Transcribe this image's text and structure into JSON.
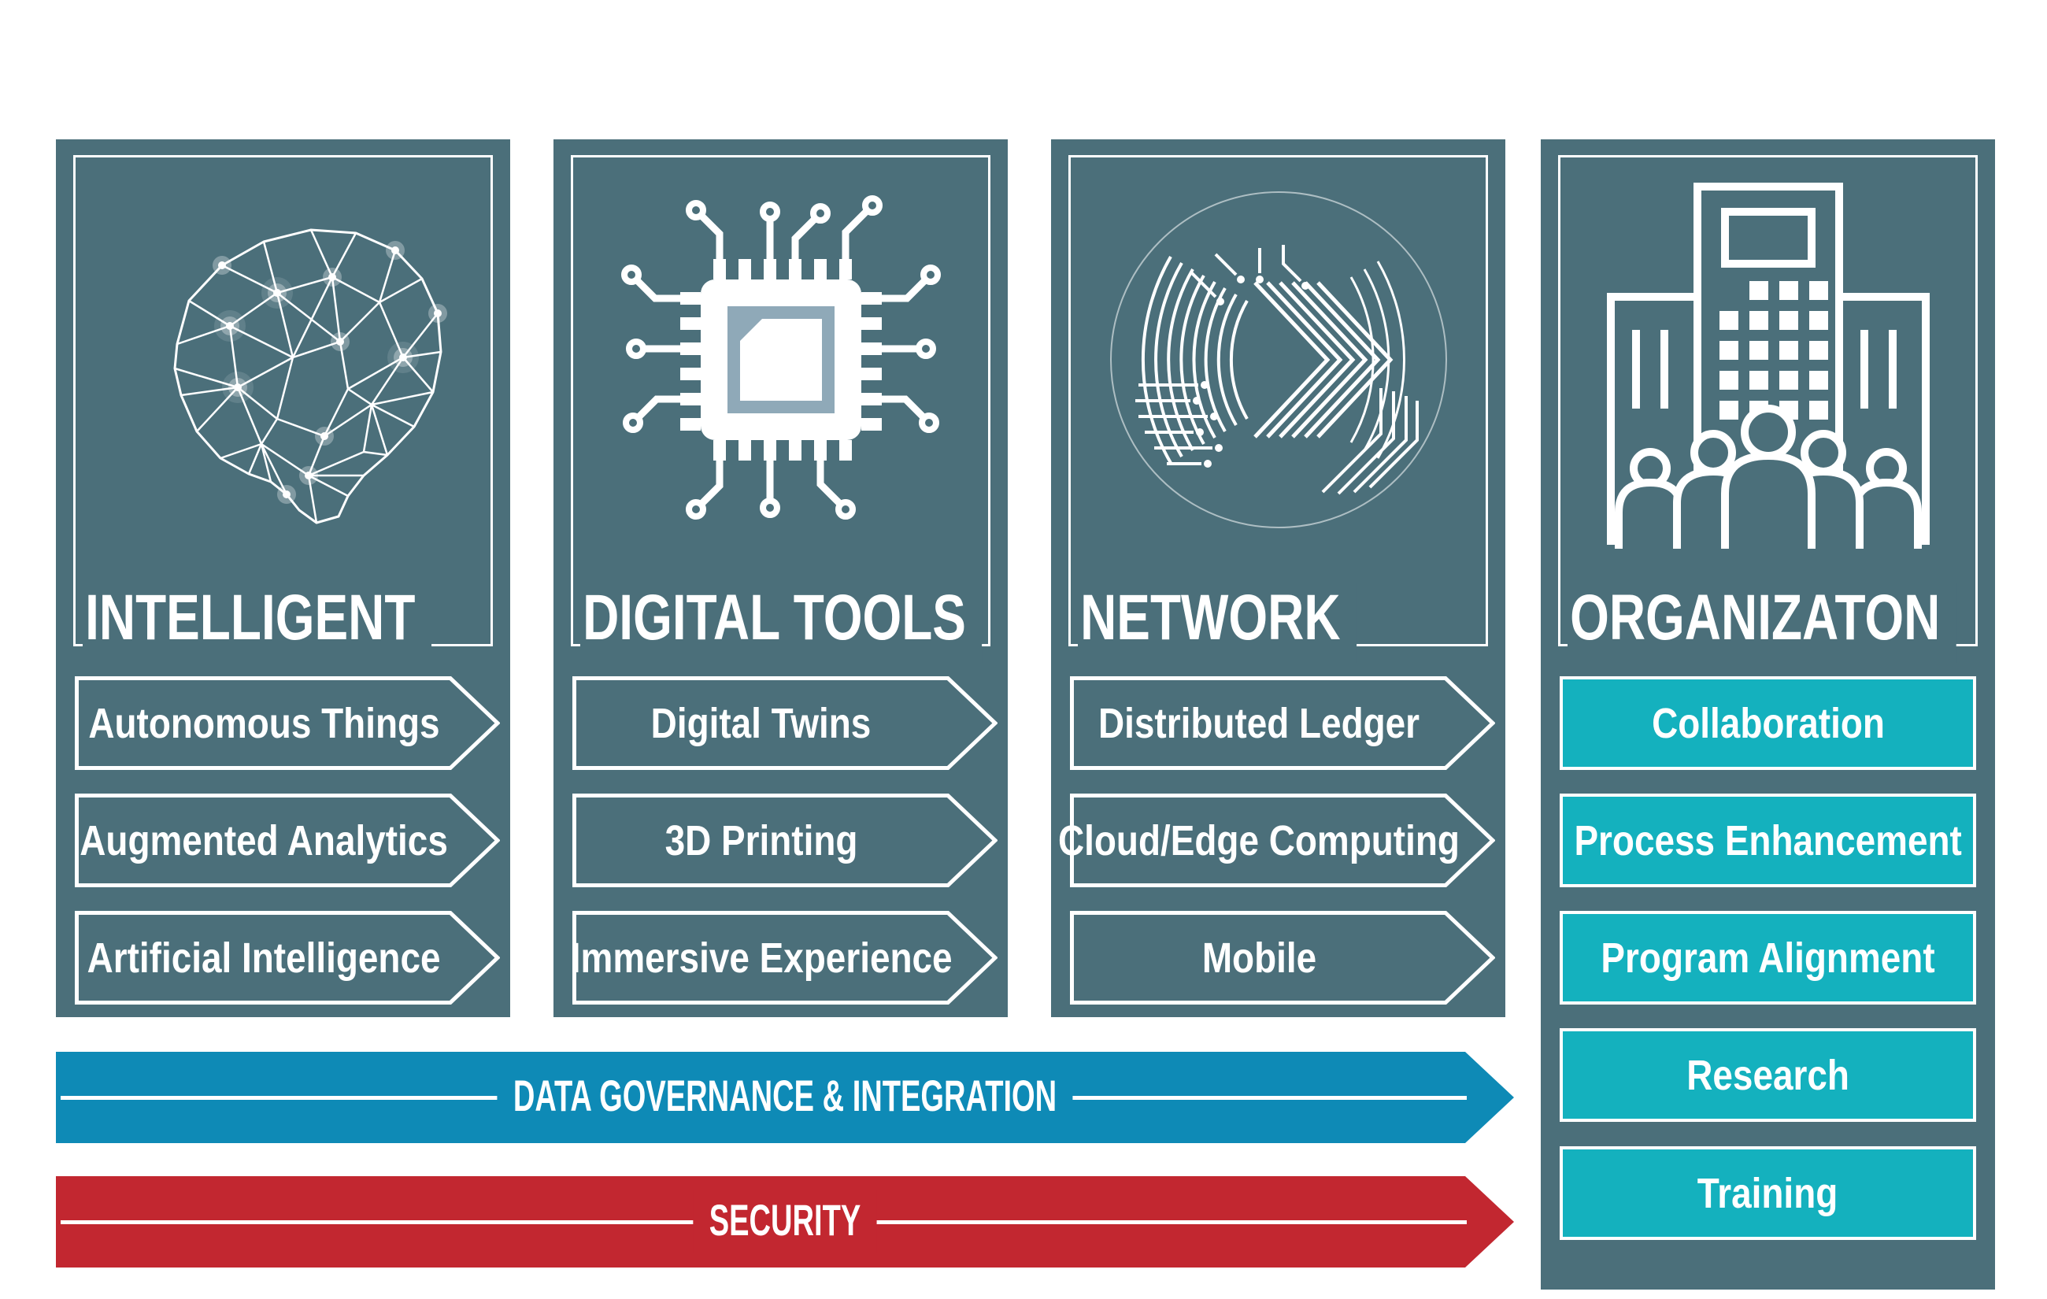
{
  "page": {
    "background": "#FFFFFF"
  },
  "colors": {
    "panel_teal": "#4B6F7A",
    "accent_teal": "#14B1BE",
    "bar_blue": "#0E8AB6",
    "bar_red": "#C22730",
    "chip_inner_steel": "#8FA9B8",
    "text": "#FFFFFF"
  },
  "columns": [
    {
      "title": "INTELLIGENT",
      "icon": "brain-network-icon",
      "items": [
        "Autonomous Things",
        "Augmented Analytics",
        "Artificial Intelligence"
      ]
    },
    {
      "title": "DIGITAL TOOLS",
      "icon": "cpu-chip-icon",
      "items": [
        "Digital Twins",
        "3D Printing",
        "Immersive Experience"
      ]
    },
    {
      "title": "NETWORK",
      "icon": "circuit-globe-icon",
      "items": [
        "Distributed Ledger",
        "Cloud/Edge Computing",
        "Mobile"
      ]
    },
    {
      "title": "ORGANIZATON",
      "icon": "organization-building-icon",
      "items": [
        "Collaboration",
        "Process Enhancement",
        "Program Alignment",
        "Research",
        "Training"
      ]
    }
  ],
  "bars": [
    {
      "label": "DATA GOVERNANCE & INTEGRATION",
      "color": "#0E8AB6"
    },
    {
      "label": "SECURITY",
      "color": "#C22730"
    }
  ]
}
